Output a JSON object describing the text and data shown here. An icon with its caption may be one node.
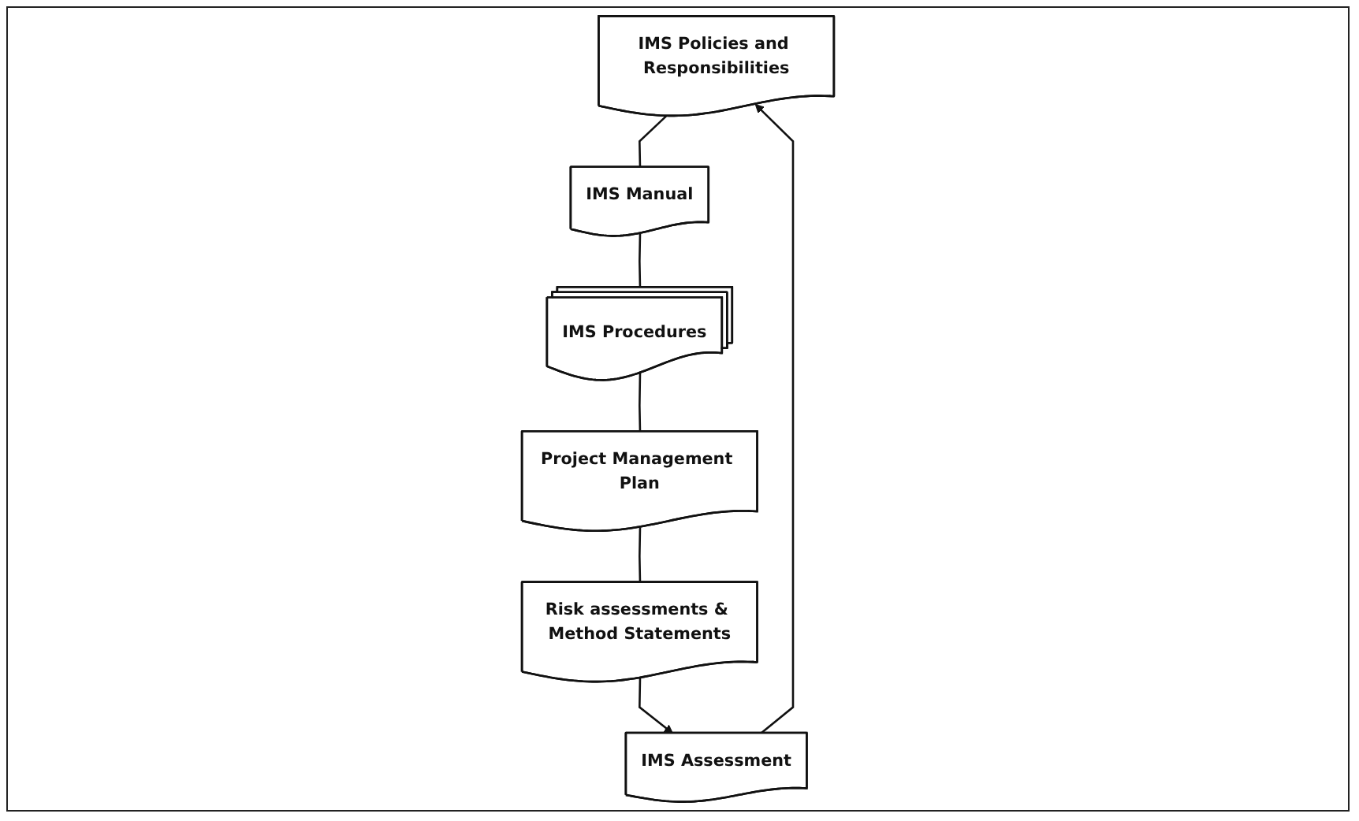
{
  "diagram": {
    "nodes": [
      {
        "text": [
          "IMS Policies and Responsibilities"
        ]
      },
      {
        "text": [
          "IMS Manual"
        ]
      },
      {
        "text": [
          "IMS Procedures"
        ]
      },
      {
        "text": [
          "Project Management Plan"
        ]
      },
      {
        "text": [
          "Risk assessments & Method Statements"
        ]
      },
      {
        "text": [
          "IMS Assessment"
        ]
      }
    ],
    "edges": [
      {
        "from": 0,
        "to": 1,
        "arrow": "none"
      },
      {
        "from": 1,
        "to": 2,
        "arrow": "none"
      },
      {
        "from": 2,
        "to": 3,
        "arrow": "none"
      },
      {
        "from": 3,
        "to": 4,
        "arrow": "none"
      },
      {
        "from": 4,
        "to": 5,
        "arrow": "to"
      },
      {
        "from": 5,
        "to": 0,
        "arrow": "to"
      }
    ]
  }
}
